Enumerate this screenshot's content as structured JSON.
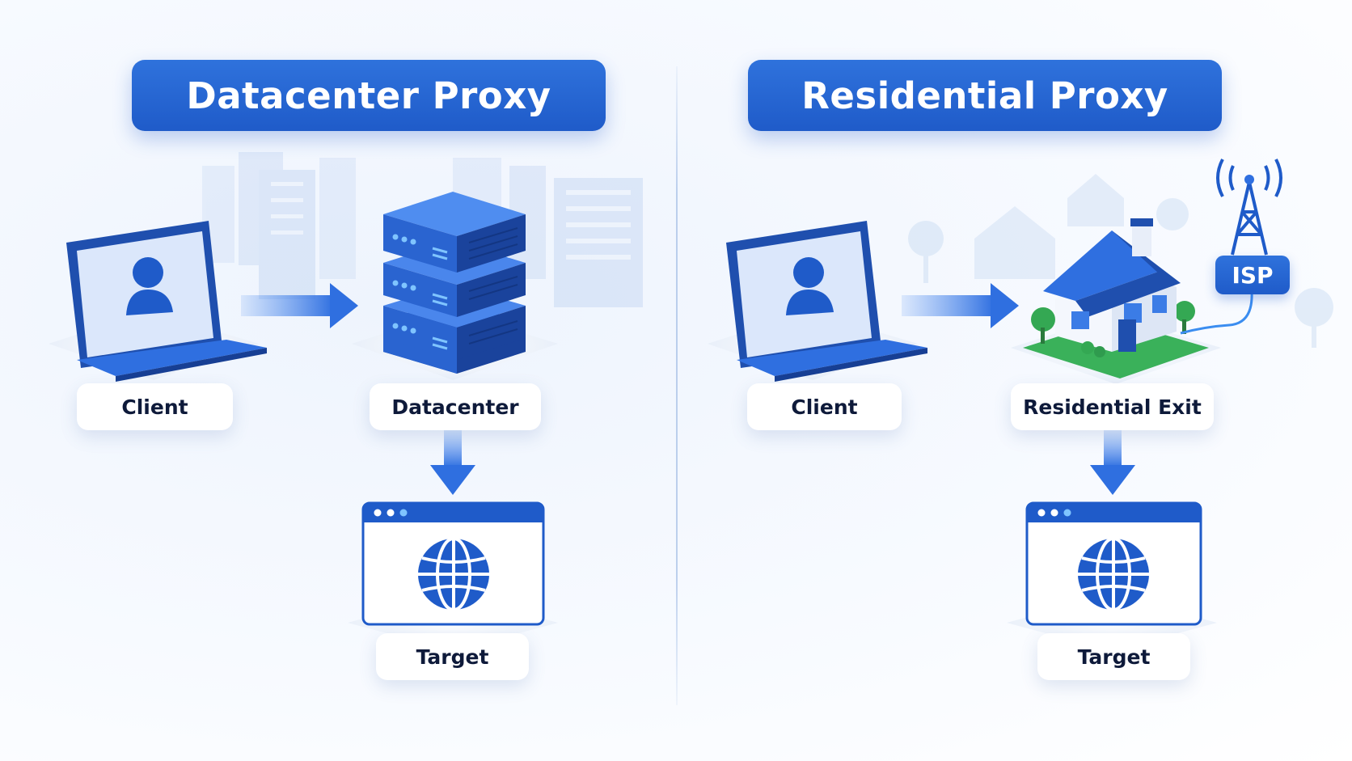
{
  "datacenter_panel": {
    "title": "Datacenter Proxy",
    "nodes": {
      "client": "Client",
      "proxy": "Datacenter",
      "target": "Target"
    }
  },
  "residential_panel": {
    "title": "Residential Proxy",
    "nodes": {
      "client": "Client",
      "proxy": "Residential Exit",
      "target": "Target",
      "isp_badge": "ISP"
    }
  },
  "colors": {
    "primary_blue": "#1f5bc9",
    "light_blue": "#4f8df0",
    "screen_blue": "#dbe7fb",
    "green": "#33b35a",
    "label_text": "#0e1a3a"
  },
  "icons": [
    "laptop-user-icon",
    "server-stack-icon",
    "browser-globe-icon",
    "house-icon",
    "isp-tower-icon",
    "arrow-right-icon",
    "arrow-down-icon"
  ]
}
